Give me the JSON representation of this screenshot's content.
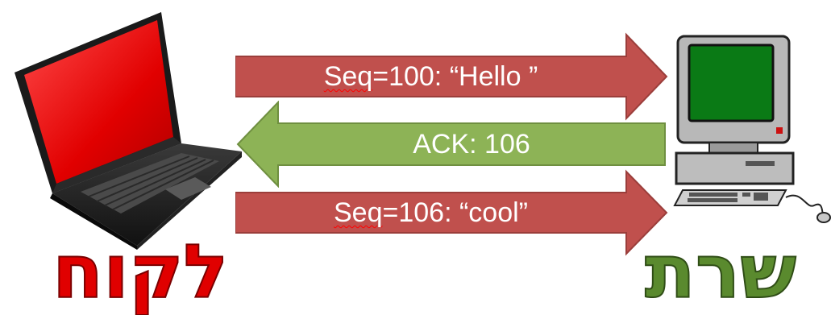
{
  "client": {
    "label": "לקוח",
    "label_color": "#e00000",
    "icon": "laptop-icon"
  },
  "server": {
    "label": "שרת",
    "label_color": "#5a8a2e",
    "icon": "desktop-computer-icon"
  },
  "messages": [
    {
      "seq_part": "Seq",
      "rest": "=100: “Hello ”",
      "direction": "client-to-server",
      "color": "#c0504d"
    },
    {
      "text": "ACK: 106",
      "direction": "server-to-client",
      "color": "#8db356"
    },
    {
      "seq_part": "Seq",
      "rest": "=106: “cool”",
      "direction": "client-to-server",
      "color": "#c0504d"
    }
  ]
}
